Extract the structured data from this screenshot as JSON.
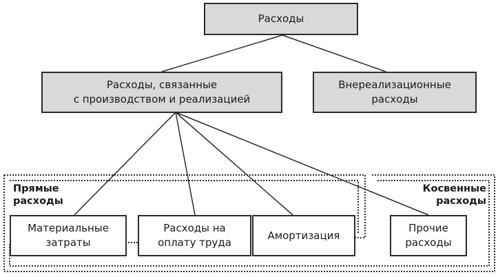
{
  "nodes": {
    "root": "Расходы",
    "production": "Расходы, связанные\nс производством и реализацией",
    "nonoperating": "Внереализационные\nрасходы",
    "material": "Материальные\nзатраты",
    "labor": "Расходы на\nоплату труда",
    "amortization": "Амортизация",
    "other": "Прочие\nрасходы"
  },
  "groups": {
    "direct": "Прямые\nрасходы",
    "indirect": "Косвенные\nрасходы"
  },
  "colors": {
    "top_box_fill": "#d9d9d9",
    "line": "#2b2b2b"
  }
}
